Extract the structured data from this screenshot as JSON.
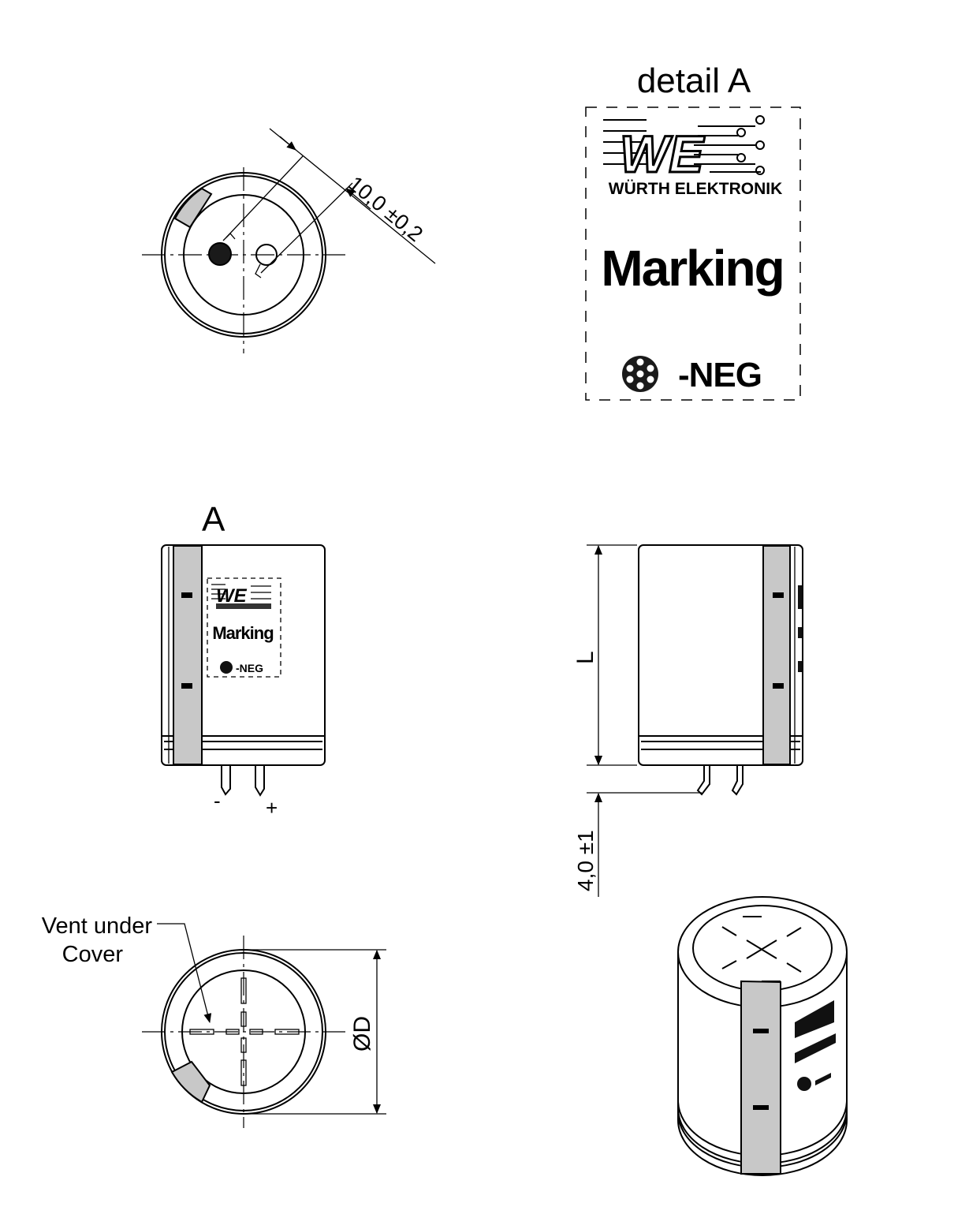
{
  "detail_title": "detail A",
  "logo_name": "WÜRTH ELEKTRONIK",
  "marking_text": "Marking",
  "neg_text": "-NEG",
  "view_label_a": "A",
  "pin_minus": "-",
  "pin_plus": "+",
  "dim_pitch": "10,0 ±0,2",
  "dim_length": "L",
  "dim_pin_length": "4,0 ±1",
  "dim_diameter": "ØD",
  "vent_note_line1": "Vent under",
  "vent_note_line2": "Cover",
  "colors": {
    "line": "#000000",
    "sleeve": "#c8c8c8",
    "background": "#ffffff"
  }
}
